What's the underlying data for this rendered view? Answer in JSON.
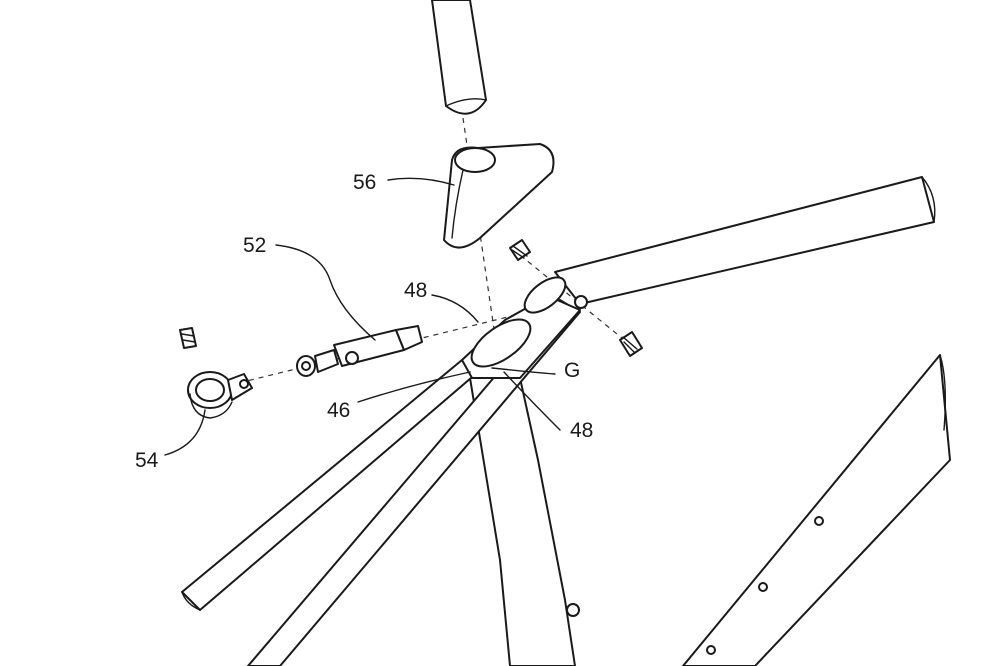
{
  "labels": {
    "l56": "56",
    "l52": "52",
    "l48a": "48",
    "l48b": "48",
    "l46": "46",
    "l54": "54",
    "lG": "G"
  }
}
